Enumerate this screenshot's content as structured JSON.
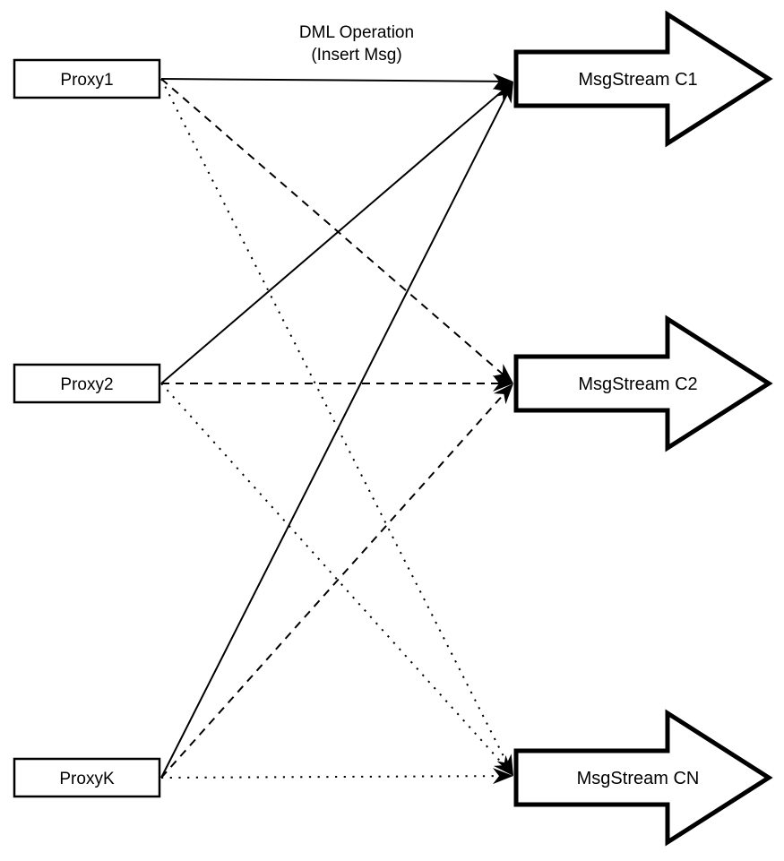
{
  "annotation": {
    "line1": "DML Operation",
    "line2": "(Insert Msg)"
  },
  "proxies": [
    {
      "id": "proxy1",
      "label": "Proxy1"
    },
    {
      "id": "proxy2",
      "label": "Proxy2"
    },
    {
      "id": "proxyK",
      "label": "ProxyK"
    }
  ],
  "streams": [
    {
      "id": "c1",
      "label": "MsgStream C1"
    },
    {
      "id": "c2",
      "label": "MsgStream C2"
    },
    {
      "id": "cn",
      "label": "MsgStream CN"
    }
  ],
  "edges": [
    {
      "from": "proxy1",
      "to": "c1",
      "style": "solid"
    },
    {
      "from": "proxy1",
      "to": "c2",
      "style": "dashed"
    },
    {
      "from": "proxy1",
      "to": "cn",
      "style": "dotted"
    },
    {
      "from": "proxy2",
      "to": "c1",
      "style": "solid"
    },
    {
      "from": "proxy2",
      "to": "c2",
      "style": "dashed"
    },
    {
      "from": "proxy2",
      "to": "cn",
      "style": "dotted"
    },
    {
      "from": "proxyK",
      "to": "c1",
      "style": "solid"
    },
    {
      "from": "proxyK",
      "to": "c2",
      "style": "dashed"
    },
    {
      "from": "proxyK",
      "to": "cn",
      "style": "dotted"
    }
  ],
  "colors": {
    "stroke": "#000000",
    "fill": "#ffffff",
    "background": "#ffffff"
  }
}
